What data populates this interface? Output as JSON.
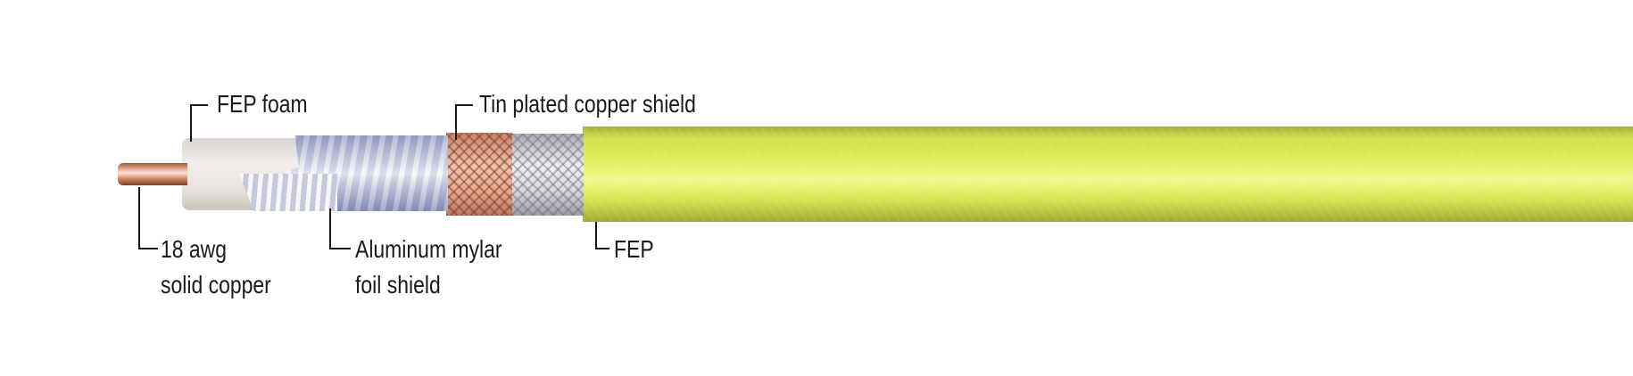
{
  "labels": {
    "fep_foam": "FEP foam",
    "tin_plated_shield": "Tin plated copper shield",
    "conductor_line1": "18 awg",
    "conductor_line2": "solid copper",
    "foil_line1": "Aluminum mylar",
    "foil_line2": "foil shield",
    "jacket": "FEP"
  },
  "colors": {
    "jacket": "#dfec5c",
    "copper": "#e9b79c",
    "foam": "#f1eeea",
    "text": "#1a1a1a"
  }
}
